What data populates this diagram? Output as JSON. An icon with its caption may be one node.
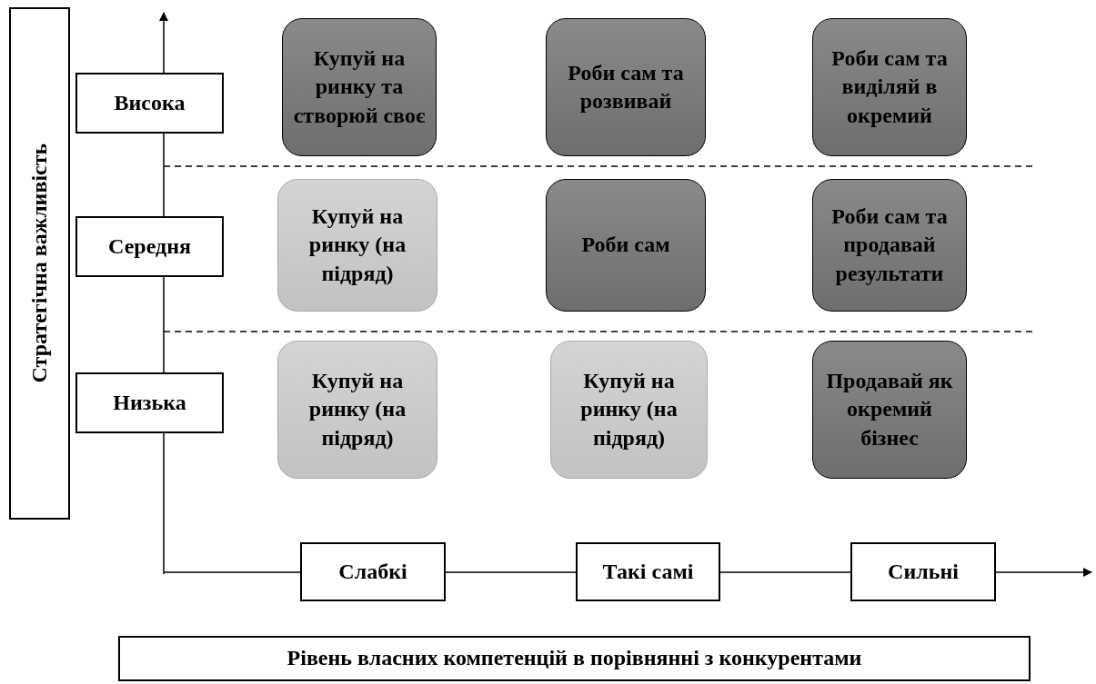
{
  "diagram": {
    "nodes": [
      {
        "text": [
          "Стратегічна важливість"
        ]
      },
      {
        "text": [
          "Висока"
        ]
      },
      {
        "text": [
          "Середня"
        ]
      },
      {
        "text": [
          "Низька"
        ]
      },
      {
        "text": [
          "Купуй на ринку та створюй своє"
        ]
      },
      {
        "text": [
          "Роби сам та розвивай"
        ]
      },
      {
        "text": [
          "Роби сам та виділяй в окремий"
        ]
      },
      {
        "text": [
          "Купуй на ринку (на підряд)"
        ]
      },
      {
        "text": [
          "Роби сам"
        ]
      },
      {
        "text": [
          "Роби сам та продавай результати"
        ]
      },
      {
        "text": [
          "Купуй на ринку (на підряд)"
        ]
      },
      {
        "text": [
          "Купуй на ринку (на підряд)"
        ]
      },
      {
        "text": [
          "Продавай як окремий бізнес"
        ]
      },
      {
        "text": [
          "Слабкі"
        ]
      },
      {
        "text": [
          "Такі самі"
        ]
      },
      {
        "text": [
          "Сильні"
        ]
      },
      {
        "text": [
          "Рівень власних компетенцій в порівнянні з конкурентами"
        ]
      }
    ],
    "edges": []
  }
}
